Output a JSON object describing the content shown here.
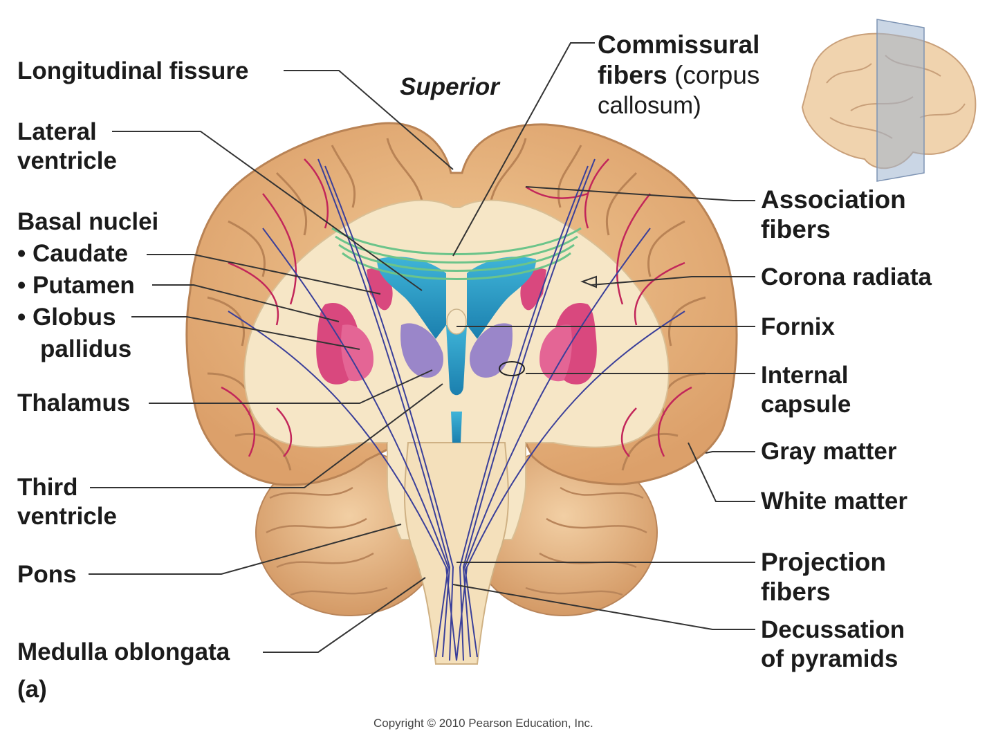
{
  "view": {
    "superior": "Superior",
    "panel": "(a)"
  },
  "labels_left": {
    "longitudinal_fissure": "Longitudinal fissure",
    "lateral_ventricle_1": "Lateral",
    "lateral_ventricle_2": "ventricle",
    "basal_nuclei": "Basal nuclei",
    "caudate": "• Caudate",
    "putamen": "• Putamen",
    "globus_1": "• Globus",
    "globus_2": "pallidus",
    "thalamus": "Thalamus",
    "third_ventricle_1": "Third",
    "third_ventricle_2": "ventricle",
    "pons": "Pons",
    "medulla": "Medulla oblongata"
  },
  "labels_right": {
    "commissural_1": "Commissural",
    "commissural_2_bold": "fibers",
    "commissural_2_reg": " (corpus",
    "commissural_3": "callosum)",
    "association_1": "Association",
    "association_2": "fibers",
    "corona_radiata": "Corona radiata",
    "fornix": "Fornix",
    "internal_capsule_1": "Internal",
    "internal_capsule_2": "capsule",
    "gray_matter": "Gray matter",
    "white_matter": "White matter",
    "projection_1": "Projection",
    "projection_2": "fibers",
    "decussation_1": "Decussation",
    "decussation_2": "of pyramids"
  },
  "copyright": "Copyright © 2010 Pearson Education, Inc.",
  "colors": {
    "gray_matter": "#e8b884",
    "white_matter": "#f6e6c6",
    "ventricle": "#2a9fc4",
    "basal_nuclei": "#d9487e",
    "thalamus": "#9a86c9",
    "commissural": "#6cc48a",
    "projection": "#3a3f9a",
    "association": "#c2265a"
  }
}
